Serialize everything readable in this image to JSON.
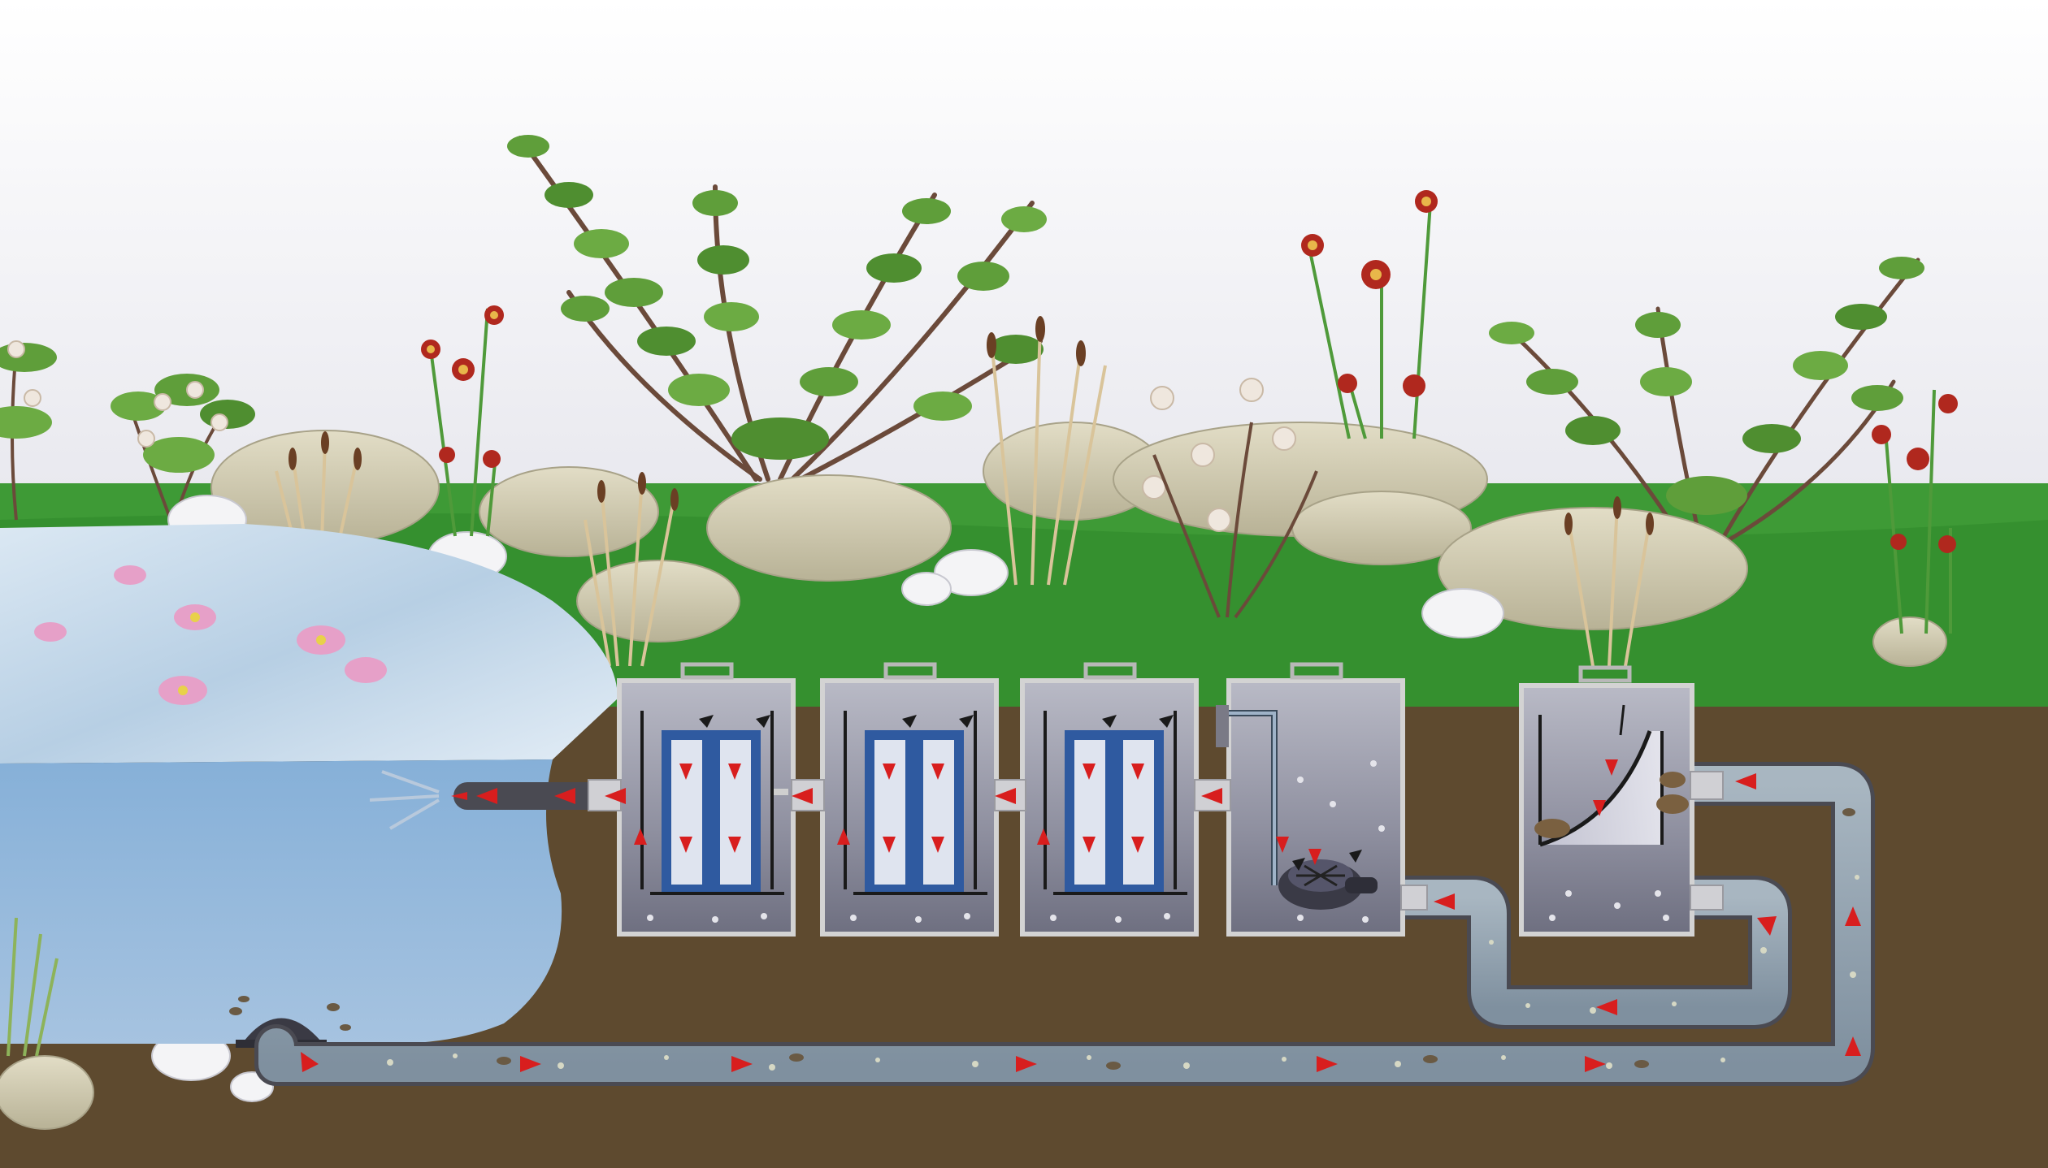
{
  "diagram": {
    "colors": {
      "sky": "#f0f0f4",
      "grass": "#3e9a36",
      "soil": "#5e4a2f",
      "pond_surface": "#c9dcec",
      "pond_water": "#7aa6d2",
      "chamber_fill": "#8e8f9f",
      "chamber_border": "#cfcfcf",
      "pipe": "#8fa0ae",
      "flow_arrow": "#d81e1e",
      "brush_media": "#2f5aa0",
      "rock": "#cfcab0",
      "foliage": "#5f9e3a"
    },
    "components": [
      {
        "id": "pond",
        "icon": "pond-icon"
      },
      {
        "id": "bottom-drain",
        "icon": "bottom-drain-icon"
      },
      {
        "id": "sieve-chamber",
        "icon": "sieve-filter-icon"
      },
      {
        "id": "pump-chamber",
        "icon": "pump-icon"
      },
      {
        "id": "brush-chamber-3",
        "icon": "brush-filter-icon"
      },
      {
        "id": "brush-chamber-2",
        "icon": "brush-filter-icon"
      },
      {
        "id": "brush-chamber-1",
        "icon": "brush-filter-icon"
      },
      {
        "id": "return-outlet",
        "icon": "return-pipe-icon"
      }
    ]
  }
}
